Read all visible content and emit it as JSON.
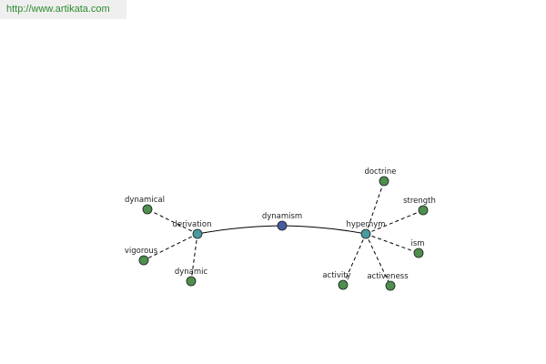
{
  "source_link": {
    "text": "http://www.artikata.com"
  },
  "colors": {
    "center_node": "#4a5aa0",
    "relation_node": "#4a9aa0",
    "word_node": "#4e8f4e",
    "node_stroke": "#1a1a1a",
    "edge": "#000000",
    "link_text": "#2e8b2e"
  },
  "graph": {
    "nodes": [
      {
        "id": "dynamism",
        "label": "dynamism",
        "kind": "center"
      },
      {
        "id": "derivation",
        "label": "derivation",
        "kind": "relation"
      },
      {
        "id": "hypernym",
        "label": "hypernym",
        "kind": "relation"
      },
      {
        "id": "dynamical",
        "label": "dynamical",
        "kind": "word"
      },
      {
        "id": "vigorous",
        "label": "vigorous",
        "kind": "word"
      },
      {
        "id": "dynamic",
        "label": "dynamic",
        "kind": "word"
      },
      {
        "id": "doctrine",
        "label": "doctrine",
        "kind": "word"
      },
      {
        "id": "strength",
        "label": "strength",
        "kind": "word"
      },
      {
        "id": "ism",
        "label": "ism",
        "kind": "word"
      },
      {
        "id": "activity",
        "label": "activity",
        "kind": "word"
      },
      {
        "id": "activeness",
        "label": "activeness",
        "kind": "word"
      }
    ],
    "edges": [
      {
        "from": "dynamism",
        "to": "derivation",
        "style": "solid"
      },
      {
        "from": "dynamism",
        "to": "hypernym",
        "style": "solid"
      },
      {
        "from": "derivation",
        "to": "dynamical",
        "style": "dashed"
      },
      {
        "from": "derivation",
        "to": "vigorous",
        "style": "dashed"
      },
      {
        "from": "derivation",
        "to": "dynamic",
        "style": "dashed"
      },
      {
        "from": "hypernym",
        "to": "doctrine",
        "style": "dashed"
      },
      {
        "from": "hypernym",
        "to": "strength",
        "style": "dashed"
      },
      {
        "from": "hypernym",
        "to": "ism",
        "style": "dashed"
      },
      {
        "from": "hypernym",
        "to": "activity",
        "style": "dashed"
      },
      {
        "from": "hypernym",
        "to": "activeness",
        "style": "dashed"
      }
    ]
  }
}
